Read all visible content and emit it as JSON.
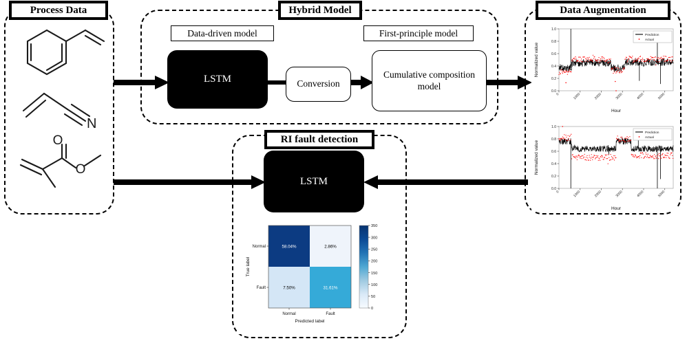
{
  "sections": {
    "process_data": {
      "title": "Process Data"
    },
    "hybrid_model": {
      "title": "Hybrid Model"
    },
    "data_augmentation": {
      "title": "Data Augmentation"
    },
    "ri_fault_detection": {
      "title": "RI fault detection"
    }
  },
  "hybrid": {
    "data_driven_label": "Data-driven model",
    "first_principle_label": "First-principle model",
    "lstm_label": "LSTM",
    "conversion_label": "Conversion",
    "cumulative_label": "Cumulative composition model"
  },
  "fault": {
    "lstm_label": "LSTM"
  },
  "molecules": [
    {
      "name": "styrene"
    },
    {
      "name": "acrylonitrile",
      "atom_label": "N"
    },
    {
      "name": "methyl-methacrylate",
      "atom_labels": [
        "O",
        "O"
      ]
    }
  ],
  "chart_data": [
    {
      "type": "line",
      "id": "augmentation-chart-top",
      "title": "",
      "xlabel": "Hour",
      "ylabel": "Normalized value",
      "xlim": [
        0,
        5400
      ],
      "ylim": [
        0.0,
        1.0
      ],
      "xticks": [
        0,
        1000,
        2000,
        3000,
        4000,
        5000
      ],
      "yticks": [
        0.0,
        0.2,
        0.4,
        0.6,
        0.8,
        1.0
      ],
      "grid": false,
      "legend_position": "upper-right",
      "series": [
        {
          "name": "Prediction",
          "color": "#000000",
          "style": "line",
          "mean_level": 0.43,
          "noise": 0.06,
          "segments": [
            {
              "x0": 0,
              "x1": 600,
              "level": 0.37
            },
            {
              "x0": 600,
              "x1": 2450,
              "level": 0.45
            },
            {
              "x0": 2450,
              "x1": 3100,
              "level": 0.37
            },
            {
              "x0": 3100,
              "x1": 5400,
              "level": 0.46
            }
          ],
          "spikes": [
            {
              "x": 560,
              "y": 1.0
            },
            {
              "x": 3800,
              "y": 0.16
            },
            {
              "x": 4650,
              "y": 0.93
            },
            {
              "x": 4800,
              "y": 0.11
            }
          ]
        },
        {
          "name": "Actual",
          "color": "#ff0000",
          "style": "dots",
          "mean_level": 0.44,
          "noise": 0.05,
          "segments": [
            {
              "x0": 0,
              "x1": 600,
              "level": 0.3
            },
            {
              "x0": 600,
              "x1": 2450,
              "level": 0.5
            },
            {
              "x0": 2450,
              "x1": 3100,
              "level": 0.33
            },
            {
              "x0": 3100,
              "x1": 5400,
              "level": 0.51
            }
          ],
          "spikes": [
            {
              "x": 330,
              "y": 0.13
            },
            {
              "x": 2700,
              "y": 0.0
            },
            {
              "x": 2660,
              "y": 0.15
            }
          ]
        }
      ]
    },
    {
      "type": "line",
      "id": "augmentation-chart-bottom",
      "title": "",
      "xlabel": "Hour",
      "ylabel": "Normalized value",
      "xlim": [
        0,
        5400
      ],
      "ylim": [
        0.0,
        1.0
      ],
      "xticks": [
        0,
        1000,
        2000,
        3000,
        4000,
        5000
      ],
      "yticks": [
        0.0,
        0.2,
        0.4,
        0.6,
        0.8,
        1.0
      ],
      "grid": false,
      "legend_position": "upper-right",
      "series": [
        {
          "name": "Prediction",
          "color": "#000000",
          "style": "line",
          "mean_level": 0.65,
          "noise": 0.05,
          "segments": [
            {
              "x0": 0,
              "x1": 600,
              "level": 0.76
            },
            {
              "x0": 600,
              "x1": 2700,
              "level": 0.64
            },
            {
              "x0": 2700,
              "x1": 3400,
              "level": 0.76
            },
            {
              "x0": 3400,
              "x1": 5400,
              "level": 0.64
            }
          ],
          "spikes": [
            {
              "x": 560,
              "y": 0.0
            },
            {
              "x": 3750,
              "y": 0.96
            },
            {
              "x": 4650,
              "y": 0.0
            },
            {
              "x": 4800,
              "y": 0.15
            }
          ]
        },
        {
          "name": "Actual",
          "color": "#ff0000",
          "style": "dots",
          "mean_level": 0.55,
          "noise": 0.05,
          "segments": [
            {
              "x0": 0,
              "x1": 600,
              "level": 0.82
            },
            {
              "x0": 600,
              "x1": 2700,
              "level": 0.5
            },
            {
              "x0": 2700,
              "x1": 3400,
              "level": 0.8
            },
            {
              "x0": 3400,
              "x1": 5400,
              "level": 0.53
            }
          ],
          "spikes": [
            {
              "x": 170,
              "y": 1.0
            }
          ]
        }
      ]
    },
    {
      "type": "heatmap",
      "id": "confusion-matrix",
      "title": "",
      "xlabel": "Predicted label",
      "ylabel": "True label",
      "xticks": [
        "Normal",
        "Fault"
      ],
      "yticks": [
        "Normal",
        "Fault"
      ],
      "cells": [
        {
          "row": "Normal",
          "col": "Normal",
          "label": "58.04%",
          "value": 350,
          "color": "#0c3b82",
          "text_color": "#ffffff"
        },
        {
          "row": "Normal",
          "col": "Fault",
          "label": "2.86%",
          "value": 17,
          "color": "#eff4fb",
          "text_color": "#000000"
        },
        {
          "row": "Fault",
          "col": "Normal",
          "label": "7.50%",
          "value": 45,
          "color": "#d4e6f6",
          "text_color": "#000000"
        },
        {
          "row": "Fault",
          "col": "Fault",
          "label": "31.61%",
          "value": 190,
          "color": "#35aad8",
          "text_color": "#ffffff"
        }
      ],
      "colorbar": {
        "min": 0,
        "max": 350,
        "ticks": [
          0,
          50,
          100,
          150,
          200,
          250,
          300,
          350
        ],
        "gradient": [
          "#f7fbff",
          "#d9e9f7",
          "#9fcae1",
          "#4fa8d3",
          "#2274b5",
          "#0b4a95",
          "#083370"
        ]
      }
    }
  ]
}
